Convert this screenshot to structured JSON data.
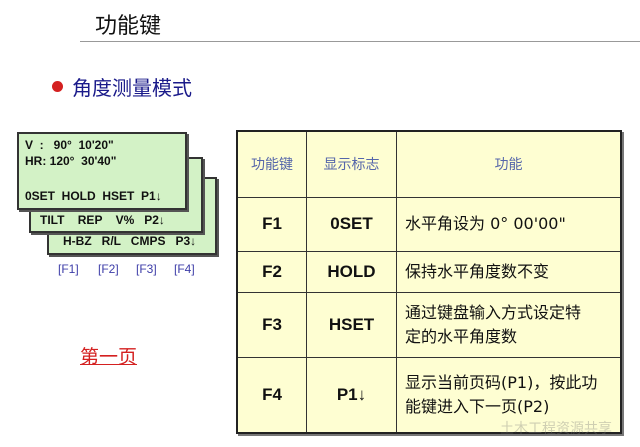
{
  "title": "功能键",
  "subtitle": "角度测量模式",
  "lcd": {
    "line_v": "V  :   90°  10'20\"",
    "line_hr": "HR: 120°  30'40\"",
    "page1": "0SET  HOLD  HSET  P1↓",
    "page2": "TILT    REP    V%   P2↓",
    "page3": "H-BZ   R/L   CMPS   P3↓"
  },
  "function_keys": [
    "[F1]",
    "[F2]",
    "[F3]",
    "[F4]"
  ],
  "page_link": "第一页",
  "table": {
    "headers": [
      "功能键",
      "显示标志",
      "功能"
    ],
    "rows": [
      {
        "key": "F1",
        "label": "0SET",
        "desc": "水平角设为 0° 00'00\""
      },
      {
        "key": "F2",
        "label": "HOLD",
        "desc": "保持水平角度数不变"
      },
      {
        "key": "F3",
        "label": "HSET",
        "desc": "通过键盘输入方式设定特定的水平角度数"
      },
      {
        "key": "F4",
        "label": "P1↓",
        "desc": "显示当前页码(P1)，按此功能键进入下一页(P2)"
      }
    ]
  },
  "watermarks": [
    "土木工程资源共享"
  ]
}
